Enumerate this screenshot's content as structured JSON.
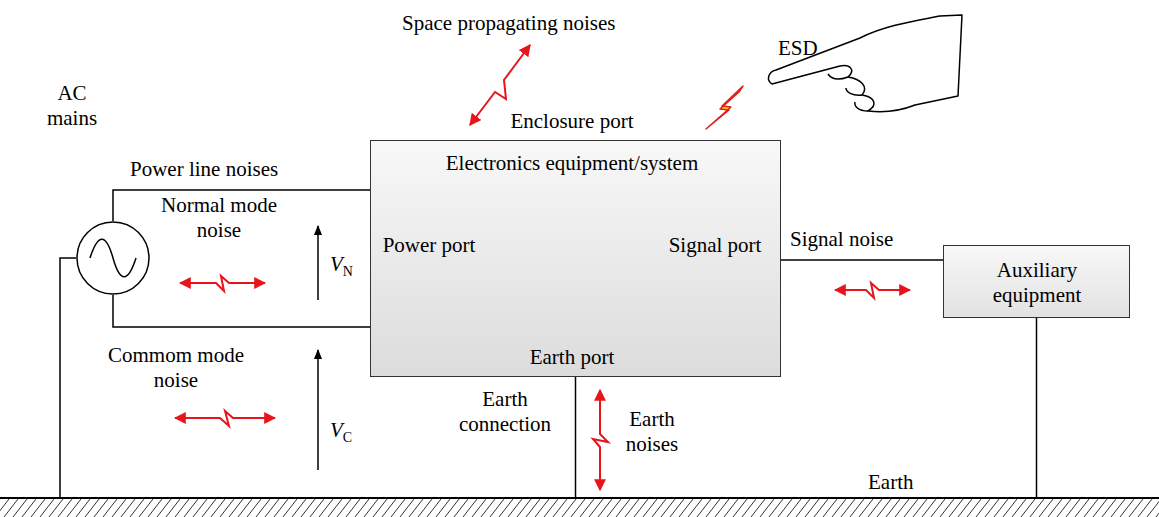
{
  "diagram": {
    "nodes": [
      {
        "text": [
          "AC mains"
        ]
      },
      {
        "text": [
          "Enclosure port",
          "Electronics equipment/system",
          "Power port",
          "Signal port",
          "Earth port"
        ]
      },
      {
        "text": [
          "Auxiliary equipment"
        ]
      },
      {
        "text": [
          "Earth"
        ]
      }
    ],
    "edges": [
      {
        "from": 0,
        "to": 1,
        "arrow": "none",
        "label": "Power line noises"
      },
      {
        "from": 0,
        "to": 1,
        "arrow": "none"
      },
      {
        "from": 1,
        "to": 2,
        "arrow": "none",
        "label": "Signal noise"
      },
      {
        "from": 0,
        "to": 3,
        "arrow": "none"
      },
      {
        "from": 1,
        "to": 3,
        "arrow": "none",
        "label": "Earth connection"
      },
      {
        "from": 2,
        "to": 3,
        "arrow": "none"
      }
    ],
    "labels": [
      "Space propagating noises",
      "ESD",
      "Normal mode noise",
      "VN",
      "Commom mode noise",
      "VC",
      "Earth noises"
    ]
  }
}
